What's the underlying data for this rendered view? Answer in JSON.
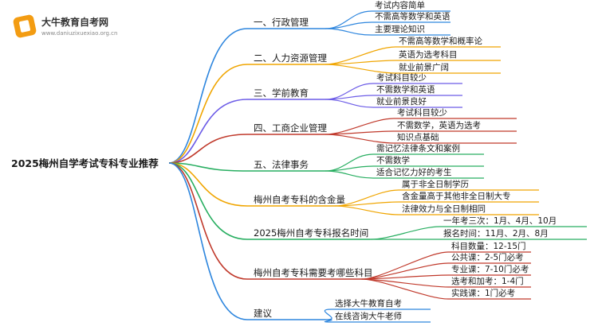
{
  "logo": {
    "title": "大牛教育自考网",
    "url": "www.daniuzixuexiao.org.cn"
  },
  "root": {
    "label": "2025梅州自学考试专科专业推荐",
    "color": "#333333"
  },
  "branches": [
    {
      "label": "一、行政管理",
      "color": "#2e86de",
      "children": [
        "考试内容简单",
        "不需高等数学和英语",
        "主要理论知识"
      ]
    },
    {
      "label": "二、人力资源管理",
      "color": "#f0a500",
      "children": [
        "不需高等数学和概率论",
        "英语为选考科目",
        "就业前景广阔"
      ]
    },
    {
      "label": "三、学前教育",
      "color": "#6c5ce7",
      "children": [
        "考试科目较少",
        "不需数学和英语",
        "就业前景良好"
      ]
    },
    {
      "label": "四、工商企业管理",
      "color": "#c0392b",
      "children": [
        "考试科目较少",
        "不需数学，英语为选考",
        "知识点基础"
      ]
    },
    {
      "label": "五、法律事务",
      "color": "#27ae60",
      "children": [
        "需记忆法律条文和案例",
        "不需数学",
        "适合记忆力好的考生"
      ]
    },
    {
      "label": "梅州自考专科的含金量",
      "color": "#f0a500",
      "children": [
        "属于非全日制学历",
        "含金量高于其他非全日制大专",
        "法律效力与全日制相同"
      ]
    },
    {
      "label": "2025梅州自考专科报名时间",
      "color": "#27ae60",
      "children": [
        "一年考三次：1月、4月、10月",
        "报名时间：11月、2月、8月"
      ]
    },
    {
      "label": "梅州自考专科需要考哪些科目",
      "color": "#c0392b",
      "children": [
        "科目数量：12-15门",
        "公共课：2-5门必考",
        "专业课：7-10门必考",
        "选考和加考：1-4门",
        "实践课：1门必考"
      ]
    },
    {
      "label": "建议",
      "color": "#2e86de",
      "children": [
        "选择大牛教育自考",
        "在线咨询大牛老师"
      ]
    }
  ]
}
